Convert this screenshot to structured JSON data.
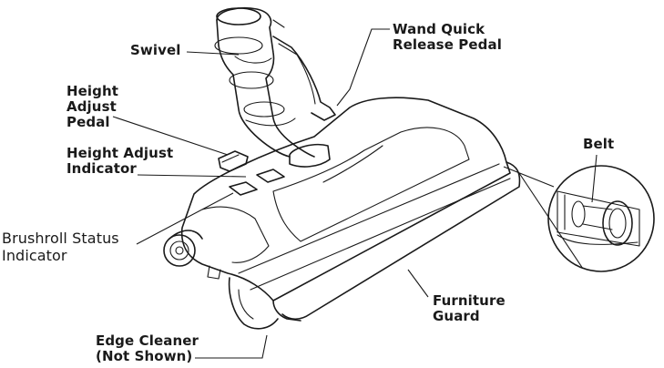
{
  "labels": {
    "swivel": "Swivel",
    "wand_quick_release_1": "Wand Quick",
    "wand_quick_release_2": "Release Pedal",
    "height_adjust_pedal_1": "Height",
    "height_adjust_pedal_2": "Adjust",
    "height_adjust_pedal_3": "Pedal",
    "height_adjust_indicator_1": "Height Adjust",
    "height_adjust_indicator_2": "Indicator",
    "brushroll_status_1": "Brushroll Status",
    "brushroll_status_2": "Indicator",
    "belt": "Belt",
    "furniture_guard_1": "Furniture",
    "furniture_guard_2": "Guard",
    "edge_cleaner_1": "Edge Cleaner",
    "edge_cleaner_2": "(Not Shown)"
  },
  "colors": {
    "line": "#1a1a1a",
    "background": "#ffffff"
  }
}
